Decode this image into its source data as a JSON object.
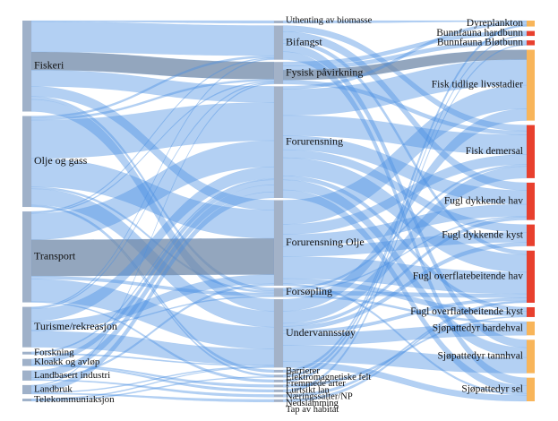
{
  "diagram": {
    "type": "sankey",
    "colors": {
      "source_node": "#9fb1c9",
      "middle_node": "#a3b2c8",
      "link": "#4a90e2",
      "link_dark": "#6f88a8",
      "target_orange": "#f8b55a",
      "target_red": "#e8402e"
    },
    "sources": [
      {
        "id": "fiskeri",
        "label": "Fiskeri",
        "weight": 90
      },
      {
        "id": "olje",
        "label": "Olje og gass",
        "weight": 90
      },
      {
        "id": "transport",
        "label": "Transport",
        "weight": 90
      },
      {
        "id": "turisme",
        "label": "Turisme/rekreasjon",
        "weight": 40
      },
      {
        "id": "forskning",
        "label": "Forskning",
        "weight": 2
      },
      {
        "id": "kloakk",
        "label": "Kloakk og avløp",
        "weight": 7
      },
      {
        "id": "landbasert",
        "label": "Landbasert industri",
        "weight": 10
      },
      {
        "id": "landbruk",
        "label": "Landbruk",
        "weight": 9
      },
      {
        "id": "telekom",
        "label": "Telekommuniaksjon",
        "weight": 1
      }
    ],
    "pressures": [
      {
        "id": "uthenting",
        "label": "Uthenting av biomasse",
        "weight": 1
      },
      {
        "id": "bifangst",
        "label": "Bifangst",
        "weight": 34
      },
      {
        "id": "fysisk",
        "label": "Fysisk påvirkning",
        "weight": 22
      },
      {
        "id": "forurensning",
        "label": "Forurensning",
        "weight": 111
      },
      {
        "id": "forurensning_olje",
        "label": "Forurensning Olje",
        "weight": 85
      },
      {
        "id": "forsopling",
        "label": "Forsøpling",
        "weight": 9
      },
      {
        "id": "undervannsstoy",
        "label": "Undervannsstøy",
        "weight": 68
      },
      {
        "id": "barrierer",
        "label": "Barrierer",
        "weight": 1
      },
      {
        "id": "elektromagnetiske",
        "label": "Elektromagnetiske felt",
        "weight": 1
      },
      {
        "id": "fremmede",
        "label": "Fremmede arter",
        "weight": 1
      },
      {
        "id": "lurtsikt",
        "label": "Lurtsikt lan",
        "weight": 1
      },
      {
        "id": "naeringssalter",
        "label": "Næringssalter/NP",
        "weight": 1
      },
      {
        "id": "nedslamming",
        "label": "Nedslamming",
        "weight": 1
      },
      {
        "id": "tap",
        "label": "Tap av habitat",
        "weight": 1
      }
    ],
    "targets": [
      {
        "id": "dyreplankton",
        "label": "Dyreplankton",
        "weight": 6,
        "color": "orange"
      },
      {
        "id": "bunnfauna_hard",
        "label": "Bunnfauna hardbunn",
        "weight": 5,
        "color": "red"
      },
      {
        "id": "bunnfauna_blot",
        "label": "Bunnfauna Bløtbunn",
        "weight": 5,
        "color": "red"
      },
      {
        "id": "fisk_tidlige",
        "label": "Fisk tidlige livsstadier",
        "weight": 72,
        "color": "orange"
      },
      {
        "id": "fisk_demersal",
        "label": "Fisk demersal",
        "weight": 54,
        "color": "red"
      },
      {
        "id": "fugl_hav",
        "label": "Fugl dykkende hav",
        "weight": 38,
        "color": "red"
      },
      {
        "id": "fugl_kyst",
        "label": "Fugl dykkende kyst",
        "weight": 22,
        "color": "red"
      },
      {
        "id": "fugl_overflate_hav",
        "label": "Fugl overflatebeitende hav",
        "weight": 53,
        "color": "red"
      },
      {
        "id": "fugl_overflate_kyst",
        "label": "Fugl overflatebeitende kyst",
        "weight": 10,
        "color": "red"
      },
      {
        "id": "sjopattedyr_barde",
        "label": "Sjøpattedyr bardehval",
        "weight": 14,
        "color": "orange"
      },
      {
        "id": "sjopattedyr_tann",
        "label": "Sjøpattedyr tannhval",
        "weight": 34,
        "color": "orange"
      },
      {
        "id": "sjopattedyr_sel",
        "label": "Sjøpattedyr sel",
        "weight": 24,
        "color": "orange"
      }
    ],
    "links_source_pressure": [
      {
        "source": "fiskeri",
        "target": "bifangst",
        "value": 30
      },
      {
        "source": "fiskeri",
        "target": "fysisk",
        "value": 18
      },
      {
        "source": "fiskeri",
        "target": "forurensning",
        "value": 16
      },
      {
        "source": "fiskeri",
        "target": "forurensning_olje",
        "value": 10
      },
      {
        "source": "fiskeri",
        "target": "undervannsstoy",
        "value": 12
      },
      {
        "source": "fiskeri",
        "target": "forsopling",
        "value": 3
      },
      {
        "source": "fiskeri",
        "target": "uthenting",
        "value": 1
      },
      {
        "source": "olje",
        "target": "forurensning",
        "value": 38
      },
      {
        "source": "olje",
        "target": "forurensning_olje",
        "value": 28
      },
      {
        "source": "olje",
        "target": "undervannsstoy",
        "value": 16
      },
      {
        "source": "olje",
        "target": "fysisk",
        "value": 2
      },
      {
        "source": "olje",
        "target": "bifangst",
        "value": 2
      },
      {
        "source": "olje",
        "target": "elektromagnetiske",
        "value": 1
      },
      {
        "source": "olje",
        "target": "forsopling",
        "value": 2
      },
      {
        "source": "olje",
        "target": "barrierer",
        "value": 1
      },
      {
        "source": "transport",
        "target": "forurensning",
        "value": 26
      },
      {
        "source": "transport",
        "target": "forurensning_olje",
        "value": 36
      },
      {
        "source": "transport",
        "target": "undervannsstoy",
        "value": 22
      },
      {
        "source": "transport",
        "target": "forsopling",
        "value": 3
      },
      {
        "source": "transport",
        "target": "fremmede",
        "value": 1
      },
      {
        "source": "transport",
        "target": "fysisk",
        "value": 1
      },
      {
        "source": "transport",
        "target": "bifangst",
        "value": 1
      },
      {
        "source": "turisme",
        "target": "undervannsstoy",
        "value": 16
      },
      {
        "source": "turisme",
        "target": "forurensning",
        "value": 12
      },
      {
        "source": "turisme",
        "target": "forurensning_olje",
        "value": 9
      },
      {
        "source": "turisme",
        "target": "forsopling",
        "value": 1
      },
      {
        "source": "turisme",
        "target": "bifangst",
        "value": 1
      },
      {
        "source": "turisme",
        "target": "fysisk",
        "value": 1
      },
      {
        "source": "forskning",
        "target": "undervannsstoy",
        "value": 1
      },
      {
        "source": "forskning",
        "target": "forurensning",
        "value": 1
      },
      {
        "source": "kloakk",
        "target": "forurensning",
        "value": 5
      },
      {
        "source": "kloakk",
        "target": "naeringssalter",
        "value": 1
      },
      {
        "source": "kloakk",
        "target": "lurtsikt",
        "value": 1
      },
      {
        "source": "landbasert",
        "target": "forurensning",
        "value": 7
      },
      {
        "source": "landbasert",
        "target": "forurensning_olje",
        "value": 2
      },
      {
        "source": "landbasert",
        "target": "nedslamming",
        "value": 1
      },
      {
        "source": "landbruk",
        "target": "forurensning",
        "value": 6
      },
      {
        "source": "landbruk",
        "target": "undervannsstoy",
        "value": 1
      },
      {
        "source": "landbruk",
        "target": "tap",
        "value": 1
      },
      {
        "source": "landbruk",
        "target": "fysisk",
        "value": 1
      },
      {
        "source": "telekom",
        "target": "undervannsstoy",
        "value": 0.5
      },
      {
        "source": "telekom",
        "target": "elektromagnetiske",
        "value": 0.5
      }
    ],
    "links_pressure_target": [
      {
        "source": "bifangst",
        "target": "fugl_hav",
        "value": 8
      },
      {
        "source": "bifangst",
        "target": "sjopattedyr_tann",
        "value": 8
      },
      {
        "source": "bifangst",
        "target": "sjopattedyr_sel",
        "value": 8
      },
      {
        "source": "bifangst",
        "target": "fisk_demersal",
        "value": 6
      },
      {
        "source": "bifangst",
        "target": "fugl_overflate_hav",
        "value": 4
      },
      {
        "source": "uthenting",
        "target": "dyreplankton",
        "value": 1
      },
      {
        "source": "fysisk",
        "target": "fisk_tidlige",
        "value": 10
      },
      {
        "source": "fysisk",
        "target": "bunnfauna_hard",
        "value": 4
      },
      {
        "source": "fysisk",
        "target": "bunnfauna_blot",
        "value": 4
      },
      {
        "source": "fysisk",
        "target": "fisk_demersal",
        "value": 4
      },
      {
        "source": "forurensning",
        "target": "fisk_tidlige",
        "value": 26
      },
      {
        "source": "forurensning",
        "target": "fisk_demersal",
        "value": 20
      },
      {
        "source": "forurensning",
        "target": "fugl_hav",
        "value": 14
      },
      {
        "source": "forurensning",
        "target": "fugl_kyst",
        "value": 8
      },
      {
        "source": "forurensning",
        "target": "fugl_overflate_hav",
        "value": 18
      },
      {
        "source": "forurensning",
        "target": "sjopattedyr_tann",
        "value": 10
      },
      {
        "source": "forurensning",
        "target": "sjopattedyr_sel",
        "value": 8
      },
      {
        "source": "forurensning",
        "target": "dyreplankton",
        "value": 3
      },
      {
        "source": "forurensning",
        "target": "fugl_overflate_kyst",
        "value": 4
      },
      {
        "source": "forurensning_olje",
        "target": "fisk_tidlige",
        "value": 24
      },
      {
        "source": "forurensning_olje",
        "target": "fugl_overflate_hav",
        "value": 22
      },
      {
        "source": "forurensning_olje",
        "target": "fugl_hav",
        "value": 12
      },
      {
        "source": "forurensning_olje",
        "target": "fugl_kyst",
        "value": 10
      },
      {
        "source": "forurensning_olje",
        "target": "fisk_demersal",
        "value": 10
      },
      {
        "source": "forurensning_olje",
        "target": "fugl_overflate_kyst",
        "value": 5
      },
      {
        "source": "forurensning_olje",
        "target": "sjopattedyr_sel",
        "value": 2
      },
      {
        "source": "forsopling",
        "target": "fugl_overflate_hav",
        "value": 4
      },
      {
        "source": "forsopling",
        "target": "sjopattedyr_barde",
        "value": 2
      },
      {
        "source": "forsopling",
        "target": "fisk_demersal",
        "value": 2
      },
      {
        "source": "forsopling",
        "target": "fugl_hav",
        "value": 1
      },
      {
        "source": "undervannsstoy",
        "target": "sjopattedyr_tann",
        "value": 16
      },
      {
        "source": "undervannsstoy",
        "target": "sjopattedyr_barde",
        "value": 12
      },
      {
        "source": "undervannsstoy",
        "target": "fisk_tidlige",
        "value": 12
      },
      {
        "source": "undervannsstoy",
        "target": "fisk_demersal",
        "value": 12
      },
      {
        "source": "undervannsstoy",
        "target": "sjopattedyr_sel",
        "value": 6
      },
      {
        "source": "undervannsstoy",
        "target": "fugl_hav",
        "value": 3
      },
      {
        "source": "undervannsstoy",
        "target": "fugl_kyst",
        "value": 4
      },
      {
        "source": "undervannsstoy",
        "target": "fugl_overflate_hav",
        "value": 3
      },
      {
        "source": "barrierer",
        "target": "dyreplankton",
        "value": 1
      },
      {
        "source": "elektromagnetiske",
        "target": "dyreplankton",
        "value": 1
      },
      {
        "source": "fremmede",
        "target": "bunnfauna_hard",
        "value": 1
      },
      {
        "source": "lurtsikt",
        "target": "fugl_overflate_kyst",
        "value": 1
      },
      {
        "source": "naeringssalter",
        "target": "bunnfauna_blot",
        "value": 1
      },
      {
        "source": "nedslamming",
        "target": "fugl_overflate_hav",
        "value": 1
      },
      {
        "source": "tap",
        "target": "fugl_overflate_hav",
        "value": 1
      }
    ]
  }
}
